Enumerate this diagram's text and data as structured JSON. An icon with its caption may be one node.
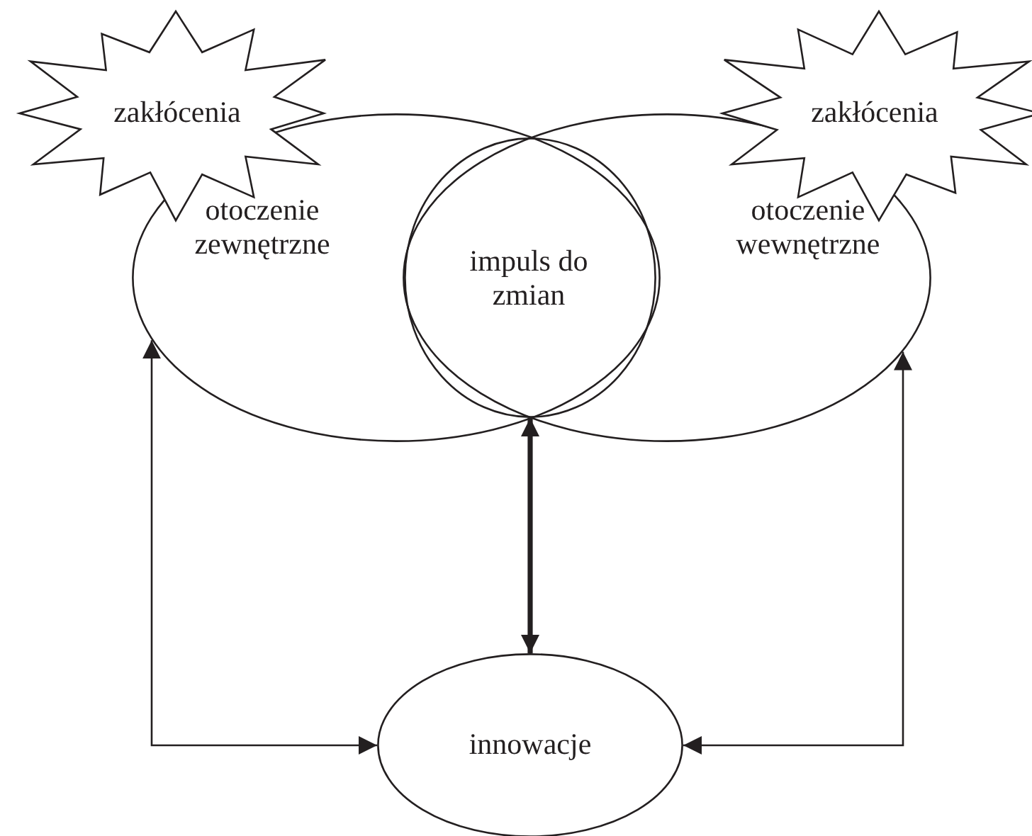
{
  "diagram": {
    "nodes": [
      {
        "text": [
          "zakłócenia"
        ]
      },
      {
        "text": [
          "zakłócenia"
        ]
      },
      {
        "text": [
          "otoczenie zewnętrzne"
        ]
      },
      {
        "text": [
          "impuls do zmian"
        ]
      },
      {
        "text": [
          "otoczenie wewnętrzne"
        ]
      },
      {
        "text": [
          "innowacje"
        ]
      }
    ],
    "edges": [
      {
        "from": 5,
        "to": 2,
        "arrow": "both"
      },
      {
        "from": 3,
        "to": 5,
        "arrow": "both",
        "style": "thick"
      },
      {
        "from": 5,
        "to": 4,
        "arrow": "both"
      }
    ]
  }
}
